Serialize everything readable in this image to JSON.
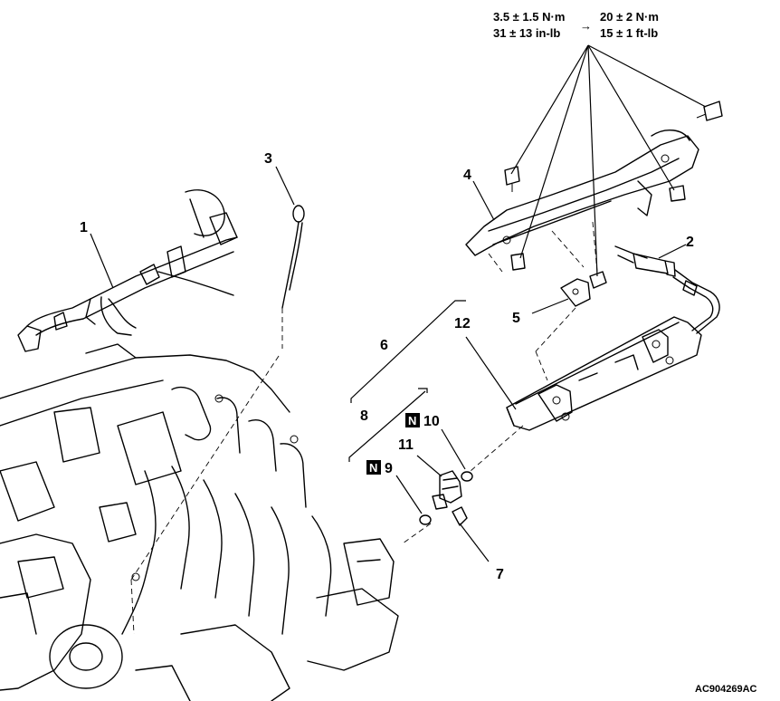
{
  "torque": {
    "line1_left": "3.5 ± 1.5 N·m",
    "line2_left": "31 ± 13 in-lb",
    "arrow": "→",
    "line1_right": "20 ± 2 N·m",
    "line2_right": "15 ± 1 ft-lb"
  },
  "callouts": {
    "c1": "1",
    "c2": "2",
    "c3": "3",
    "c4": "4",
    "c5": "5",
    "c6": "6",
    "c7": "7",
    "c8": "8",
    "c9": "9",
    "c10": "10",
    "c11": "11",
    "c12": "12"
  },
  "non_reusable_mark": "N",
  "figure_code": "AC904269AC"
}
